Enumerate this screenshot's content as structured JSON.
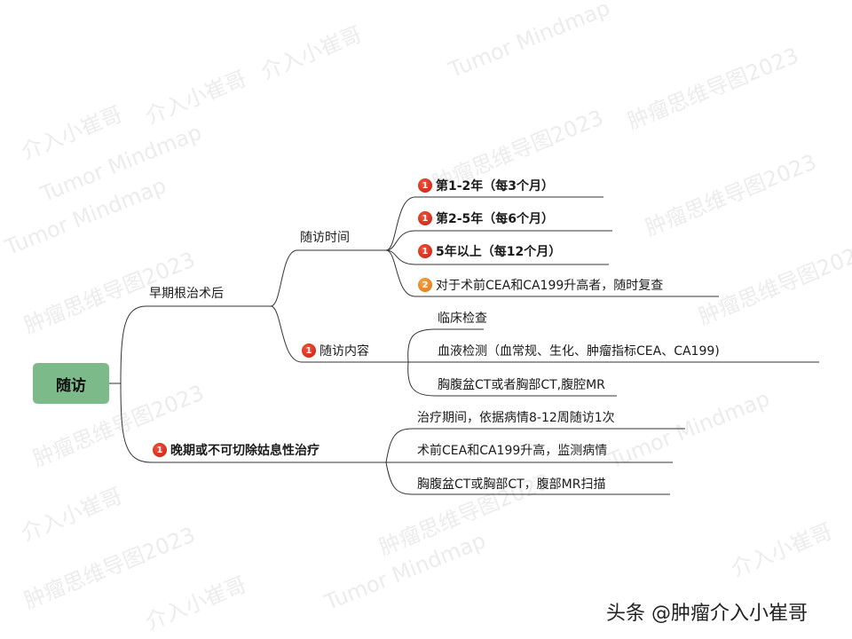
{
  "root": {
    "label": "随访",
    "color": "#7dba8a"
  },
  "branches": [
    {
      "label": "早期根治术后",
      "children": [
        {
          "label": "随访时间",
          "children": [
            {
              "label": "第1-2年（每3个月）",
              "priority": 1,
              "bold": true
            },
            {
              "label": "第2-5年（每6个月）",
              "priority": 1,
              "bold": true
            },
            {
              "label": "5年以上（每12个月）",
              "priority": 1,
              "bold": true
            },
            {
              "label": "对于术前CEA和CA199升高者，随时复查",
              "priority": 2,
              "bold": false
            }
          ]
        },
        {
          "label": "随访内容",
          "priority": 1,
          "children": [
            {
              "label": "临床检查"
            },
            {
              "label": "血液检测（血常规、生化、肿瘤指标CEA、CA199)"
            },
            {
              "label": "胸腹盆CT或者胸部CT,腹腔MR"
            }
          ]
        }
      ]
    },
    {
      "label": "晚期或不可切除姑息性治疗",
      "priority": 1,
      "bold": true,
      "children": [
        {
          "label": "治疗期间，依据病情8-12周随访1次"
        },
        {
          "label": "术前CEA和CA199升高，监测病情"
        },
        {
          "label": "胸腹盆CT或胸部CT，腹部MR扫描"
        }
      ]
    }
  ],
  "badges": {
    "p1": "1",
    "p2": "2",
    "p1_color": "#d42a17",
    "p2_color": "#ec8a2a"
  },
  "watermarks": {
    "a": "介入小崔哥",
    "b": "肿瘤思维导图2023",
    "c": "Tumor Mindmap"
  },
  "footer": "头条 @肿瘤介入小崔哥"
}
